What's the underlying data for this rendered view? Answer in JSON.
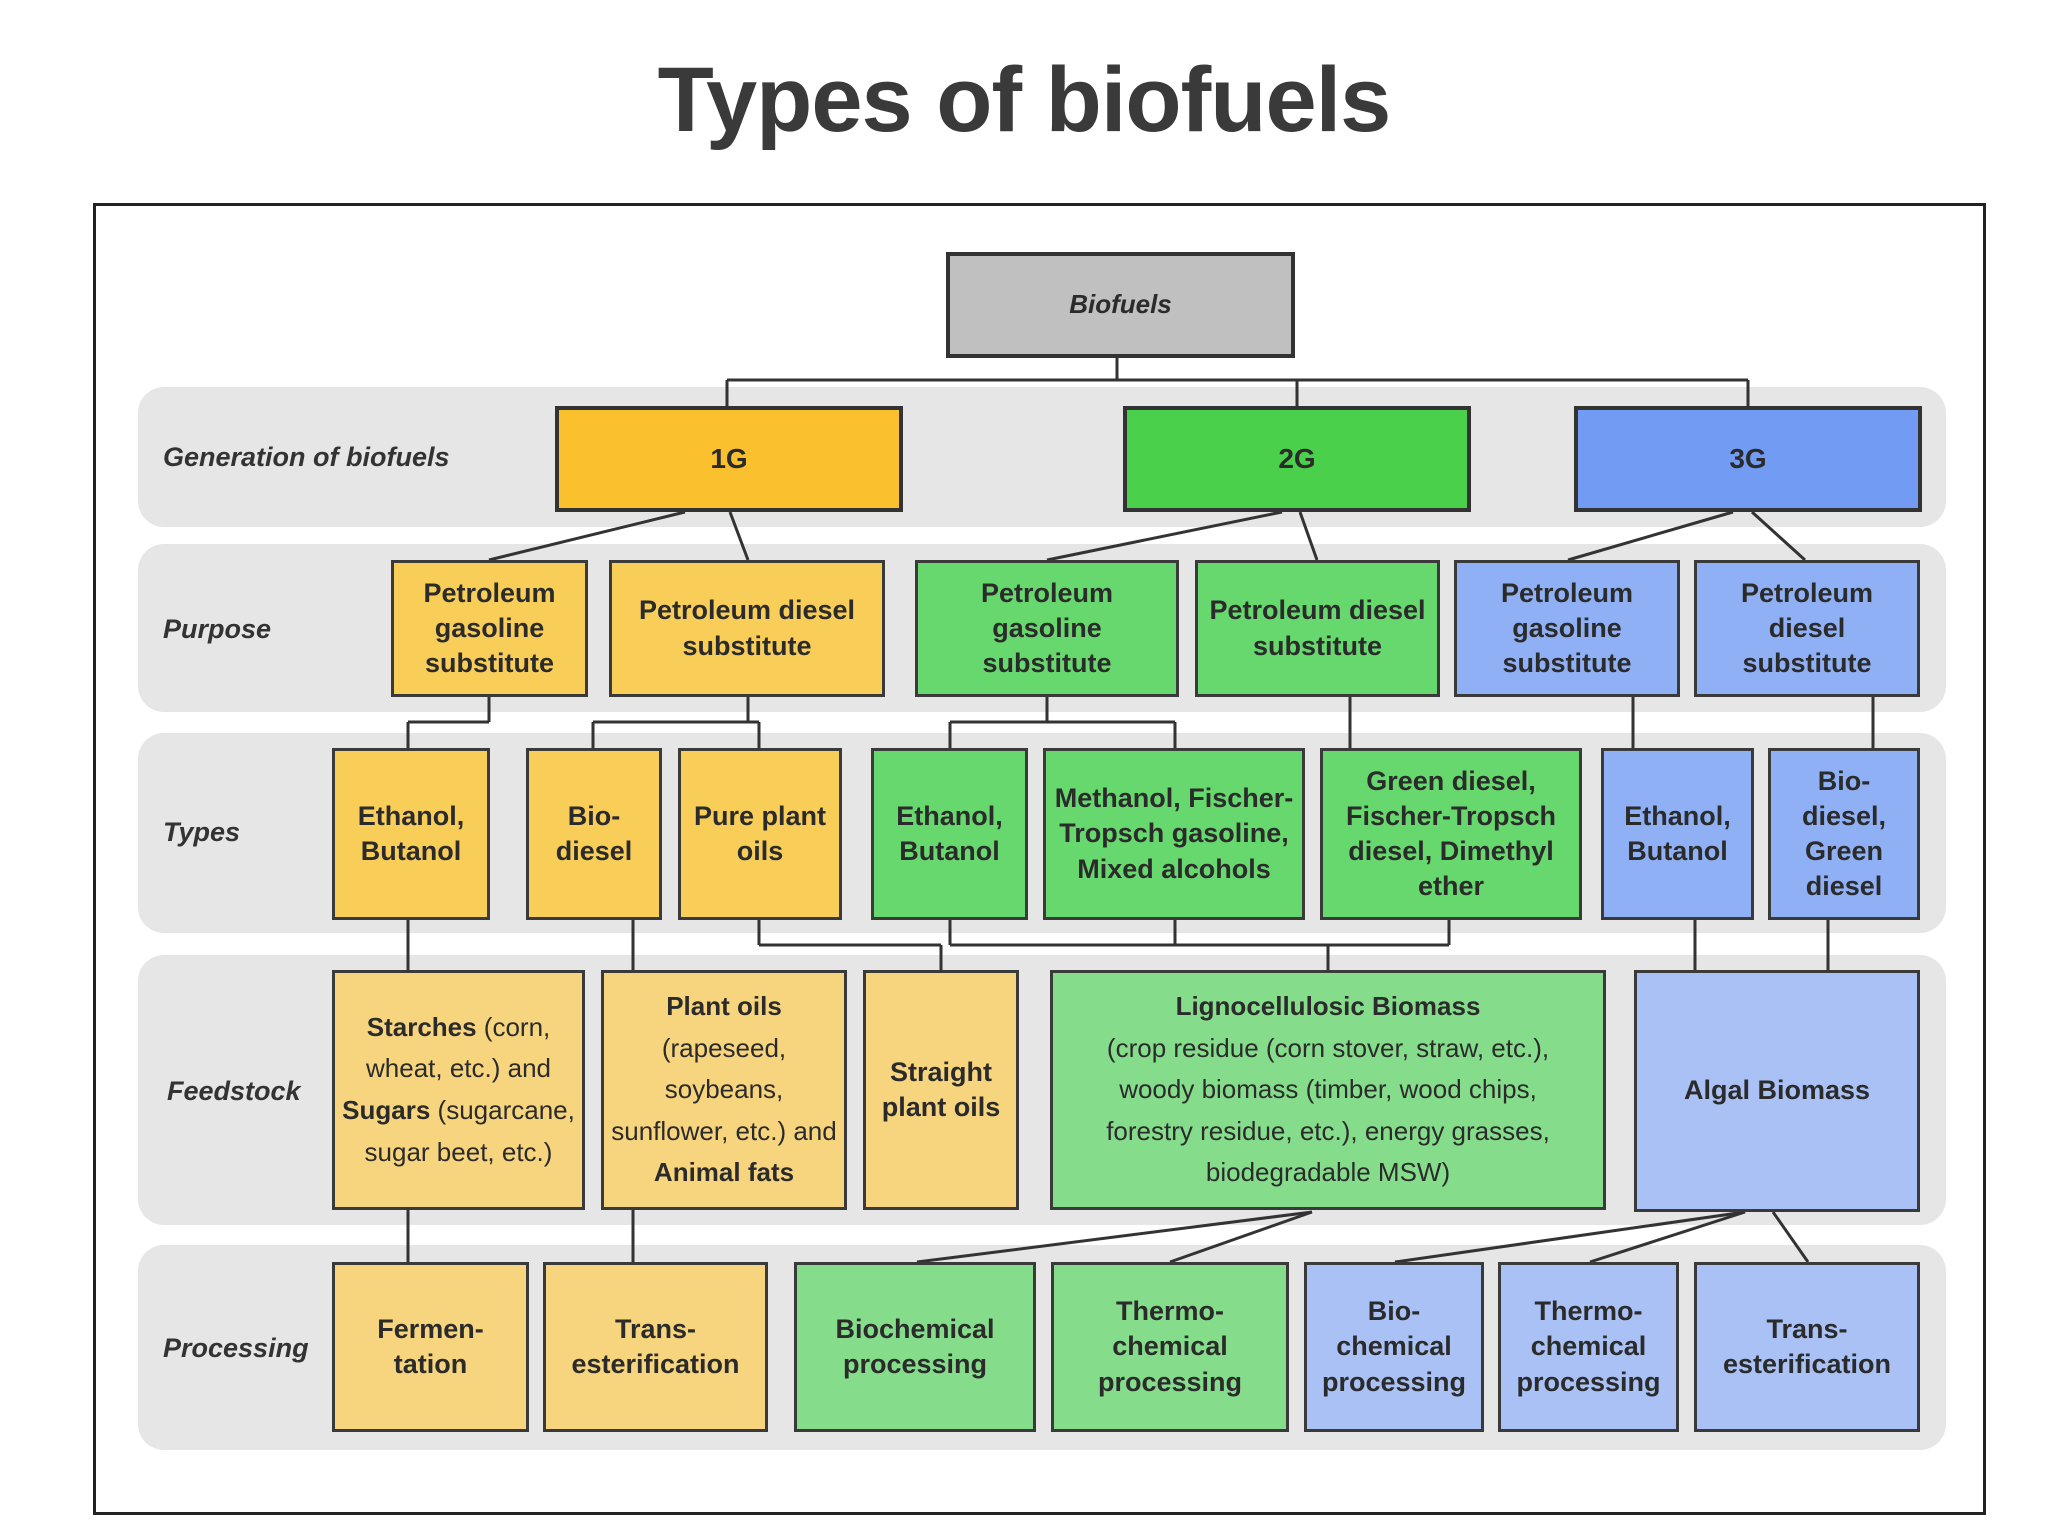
{
  "title": "Types of biofuels",
  "root": "Biofuels",
  "row_labels": {
    "generation": "Generation of biofuels",
    "purpose": "Purpose",
    "types": "Types",
    "feedstock": "Feedstock",
    "processing": "Processing"
  },
  "generations": [
    "1G",
    "2G",
    "3G"
  ],
  "purpose": {
    "g1_gasoline": "Petroleum gasoline substitute",
    "g1_diesel": "Petroleum diesel substitute",
    "g2_gasoline": "Petroleum gasoline substitute",
    "g2_diesel": "Petroleum diesel substitute",
    "g3_gasoline": "Petroleum gasoline substitute",
    "g3_diesel": "Petroleum diesel substitute"
  },
  "types": {
    "g1_ethanol": "Ethanol, Butanol",
    "g1_biodiesel": "Bio-diesel",
    "g1_plant_oils": "Pure plant oils",
    "g2_ethanol": "Ethanol, Butanol",
    "g2_methanol": "Methanol, Fischer-Tropsch gasoline, Mixed alcohols",
    "g2_green_diesel": "Green diesel, Fischer-Tropsch diesel, Dimethyl ether",
    "g3_ethanol": "Ethanol, Butanol",
    "g3_biodiesel": "Bio-diesel, Green diesel"
  },
  "feedstock": {
    "starches": {
      "b1": "Starches",
      "t1": " (corn, wheat, etc.) and ",
      "b2": "Sugars",
      "t2": " (sugarcane, sugar beet, etc.)"
    },
    "plant_oils": {
      "b1": "Plant oils",
      "t1": " (rapeseed, soybeans, sunflower, etc.) and ",
      "b2": "Animal fats"
    },
    "straight_oils": "Straight plant oils",
    "lignocellulosic": {
      "b1": "Lignocellulosic Biomass",
      "t1": "(crop residue (corn stover, straw, etc.), woody biomass (timber, wood chips, forestry residue, etc.), energy grasses, biodegradable MSW)"
    },
    "algal": "Algal Biomass"
  },
  "processing": {
    "fermentation": "Fermen-tation",
    "trans_1g": "Trans-esterification",
    "biochemical_2g": "Biochemical processing",
    "thermochemical_2g": "Thermo-chemical processing",
    "biochemical_3g": "Bio-chemical processing",
    "thermochemical_3g": "Thermo-chemical processing",
    "trans_3g": "Trans-esterification"
  },
  "colors": {
    "gen1": "#fbc02d",
    "gen2": "#4bd04b",
    "gen3": "#729cf4",
    "yellow_box": "#f8cd58",
    "green_box": "#67d86e",
    "blue_box": "#8fb0f5",
    "band": "#e6e6e6",
    "root": "#c0c0c0"
  }
}
